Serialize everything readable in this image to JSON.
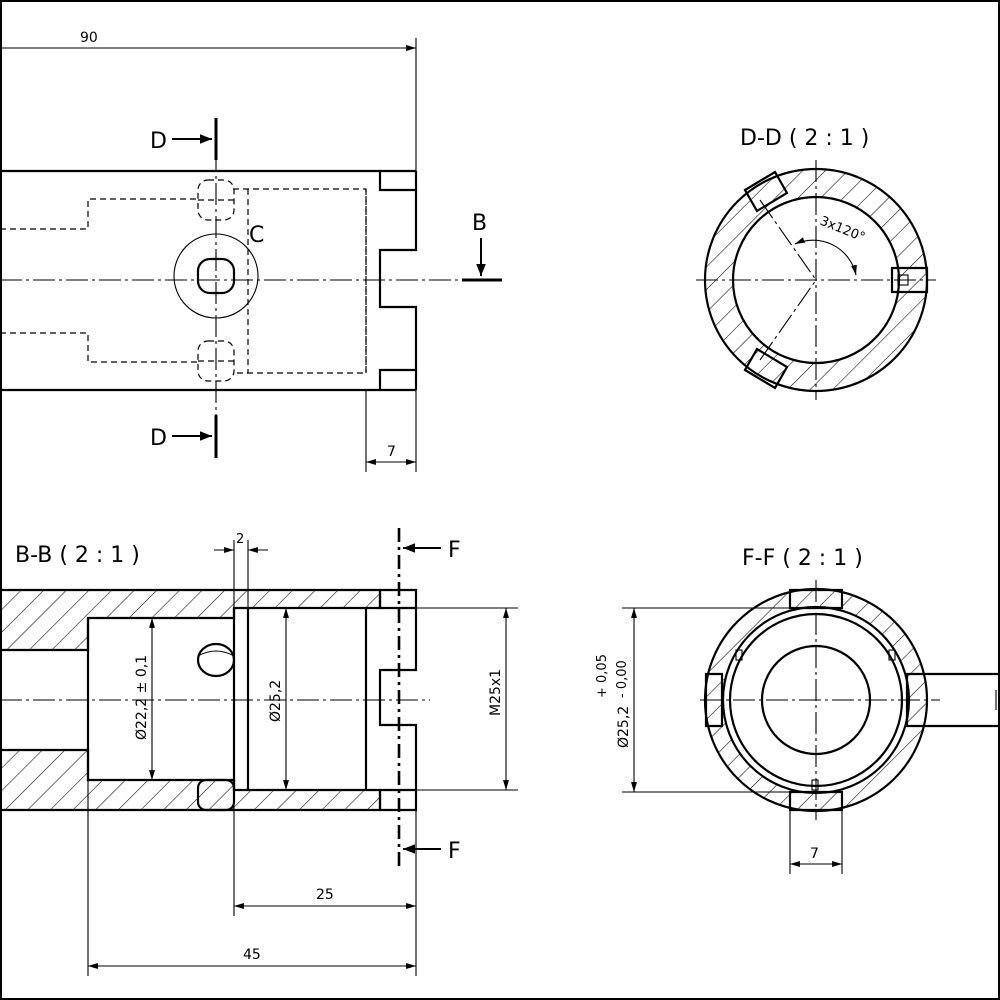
{
  "drawing": {
    "dimensions": {
      "overall_length": "90",
      "slot_width_front": "7",
      "groove_width": "2",
      "bore_small": "Ø22,2 ± 0,1",
      "bore_large": "Ø25,2",
      "thread": "M25x1",
      "depth_25": "25",
      "depth_45": "45",
      "bore_tol_main": "Ø25,2",
      "tol_upper": "+ 0,05",
      "tol_lower": "- 0,00",
      "slot_width_ff": "7",
      "angle_spacing": "3x120°"
    },
    "labels": {
      "cut_d_top": "D",
      "cut_d_bottom": "D",
      "cut_b": "B",
      "detail_c": "C",
      "cut_f_top": "F",
      "cut_f_bottom": "F"
    },
    "view_titles": {
      "section_dd": "D-D ( 2 : 1 )",
      "section_bb": "B-B ( 2 : 1 )",
      "section_ff": "F-F ( 2 : 1 )"
    }
  }
}
